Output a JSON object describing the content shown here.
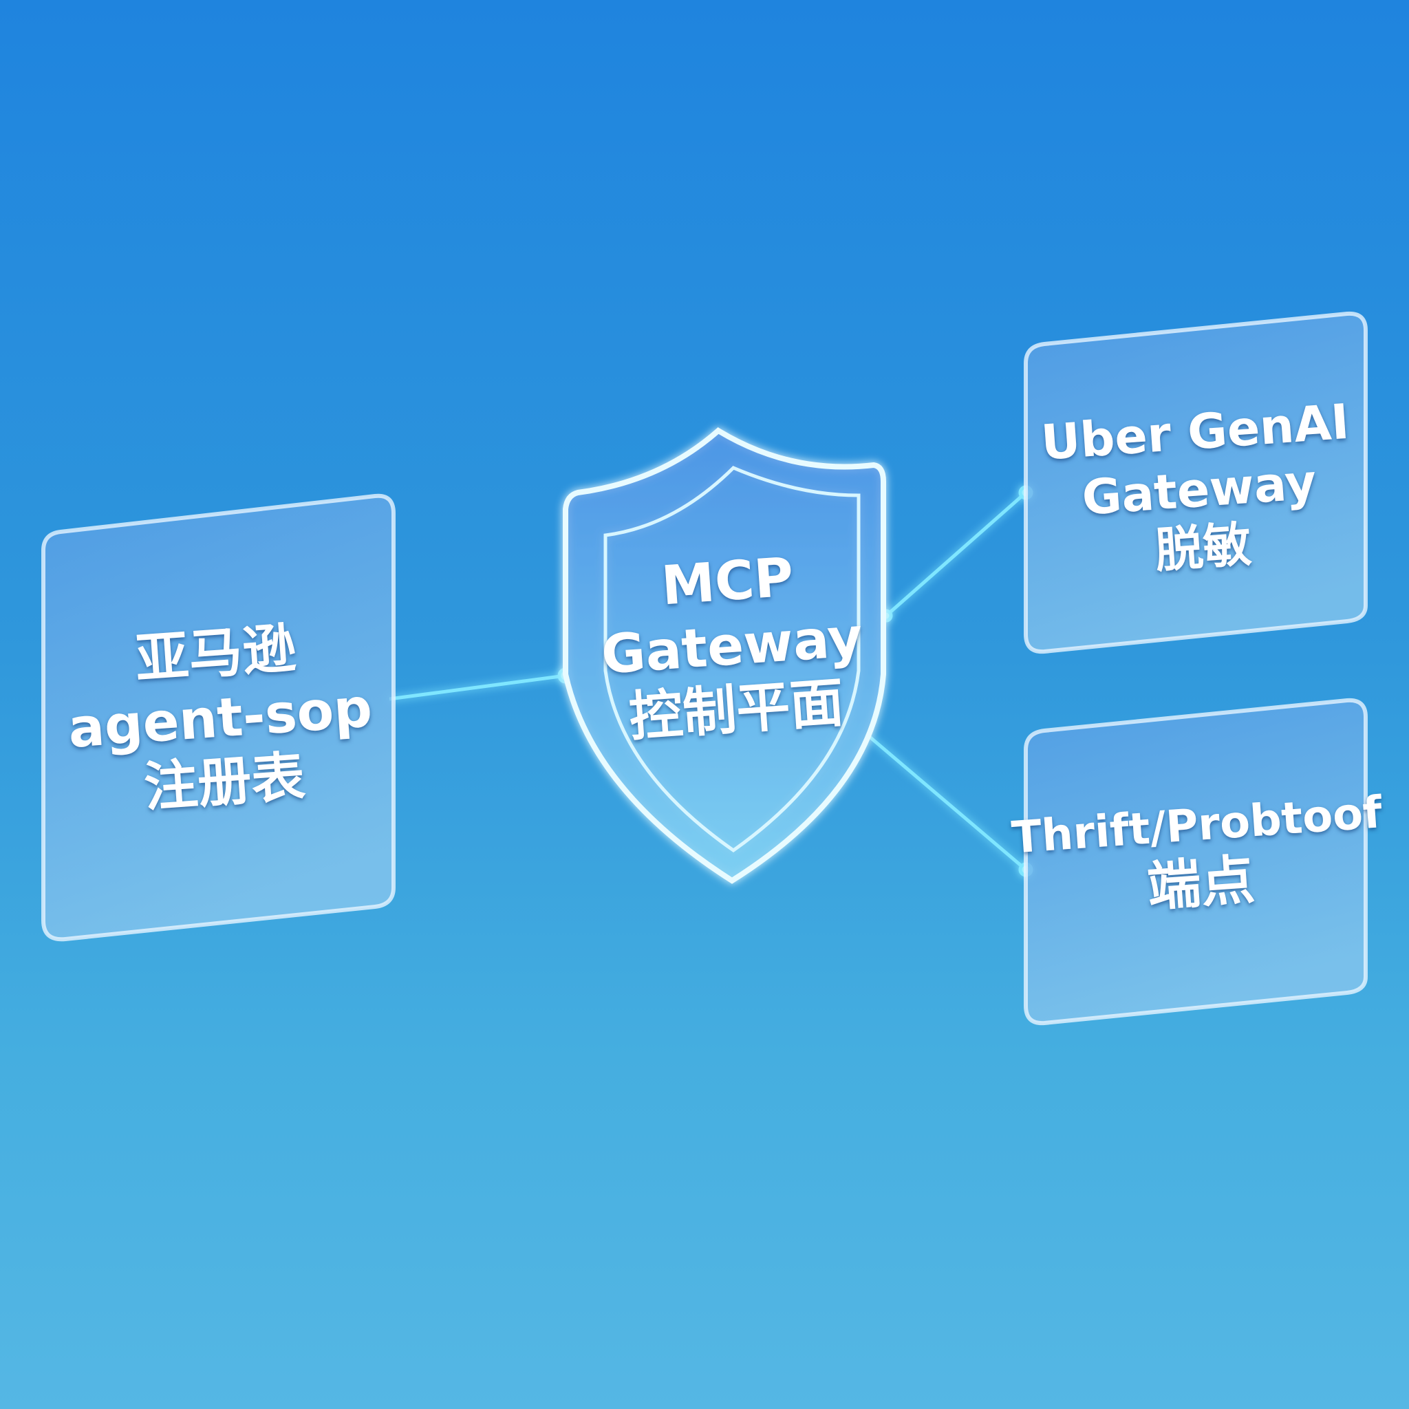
{
  "nodes": {
    "left": {
      "line1": "亚马逊",
      "line2": "agent-sop",
      "line3": "注册表"
    },
    "center": {
      "line1": "MCP",
      "line2": "Gateway",
      "line3": "控制平面"
    },
    "right_top": {
      "line1": "Uber GenAI",
      "line2": "Gateway",
      "line3": "脱敏"
    },
    "right_bottom": {
      "line1": "Thrift/Probtoof",
      "line2": "端点"
    }
  },
  "colors": {
    "connector": "#7fe6ff",
    "card_fill": "#9cc9f0",
    "card_edge": "#e6f4ff"
  }
}
